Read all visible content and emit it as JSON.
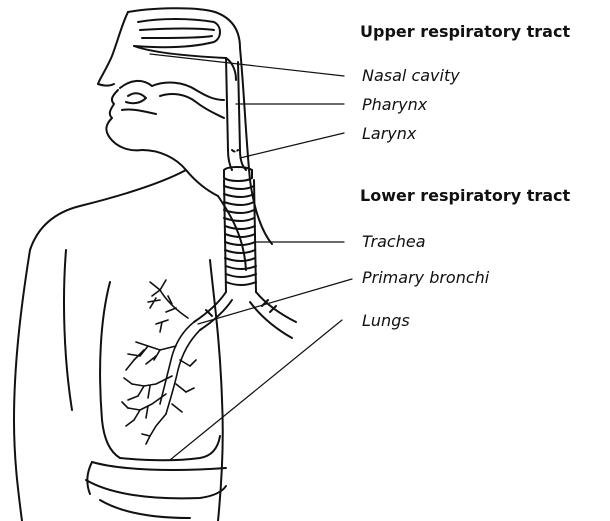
{
  "headings": {
    "upper": "Upper respiratory tract",
    "lower": "Lower respiratory tract"
  },
  "labels": {
    "nasal_cavity": "Nasal cavity",
    "pharynx": "Pharynx",
    "larynx": "Larynx",
    "trachea": "Trachea",
    "primary_bronchi": "Primary bronchi",
    "lungs": "Lungs"
  },
  "colors": {
    "ink": "#111111",
    "background": "#ffffff"
  }
}
